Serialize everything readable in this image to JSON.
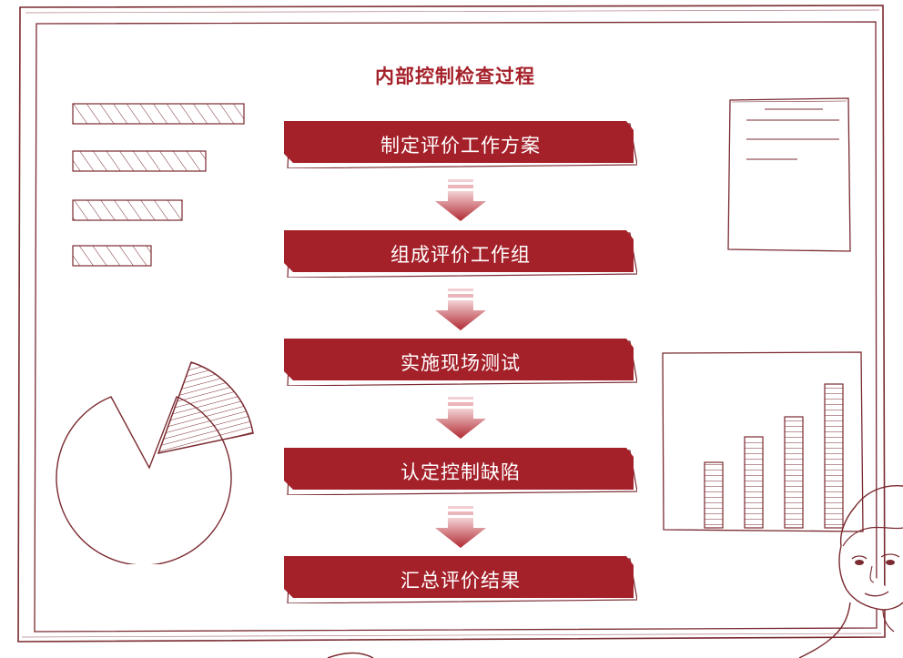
{
  "diagram": {
    "title": "内部控制检查过程",
    "steps": [
      {
        "label": "制定评价工作方案"
      },
      {
        "label": "组成评价工作组"
      },
      {
        "label": "实施现场测试"
      },
      {
        "label": "认定控制缺陷"
      },
      {
        "label": "汇总评价结果"
      }
    ]
  },
  "colors": {
    "accent": "#a5212a",
    "line": "#7a2a30",
    "background": "#ffffff"
  },
  "icons": [
    "bar-chart-sketch",
    "pie-chart-sketch",
    "document-sketch",
    "column-chart-sketch",
    "person-sketch"
  ]
}
